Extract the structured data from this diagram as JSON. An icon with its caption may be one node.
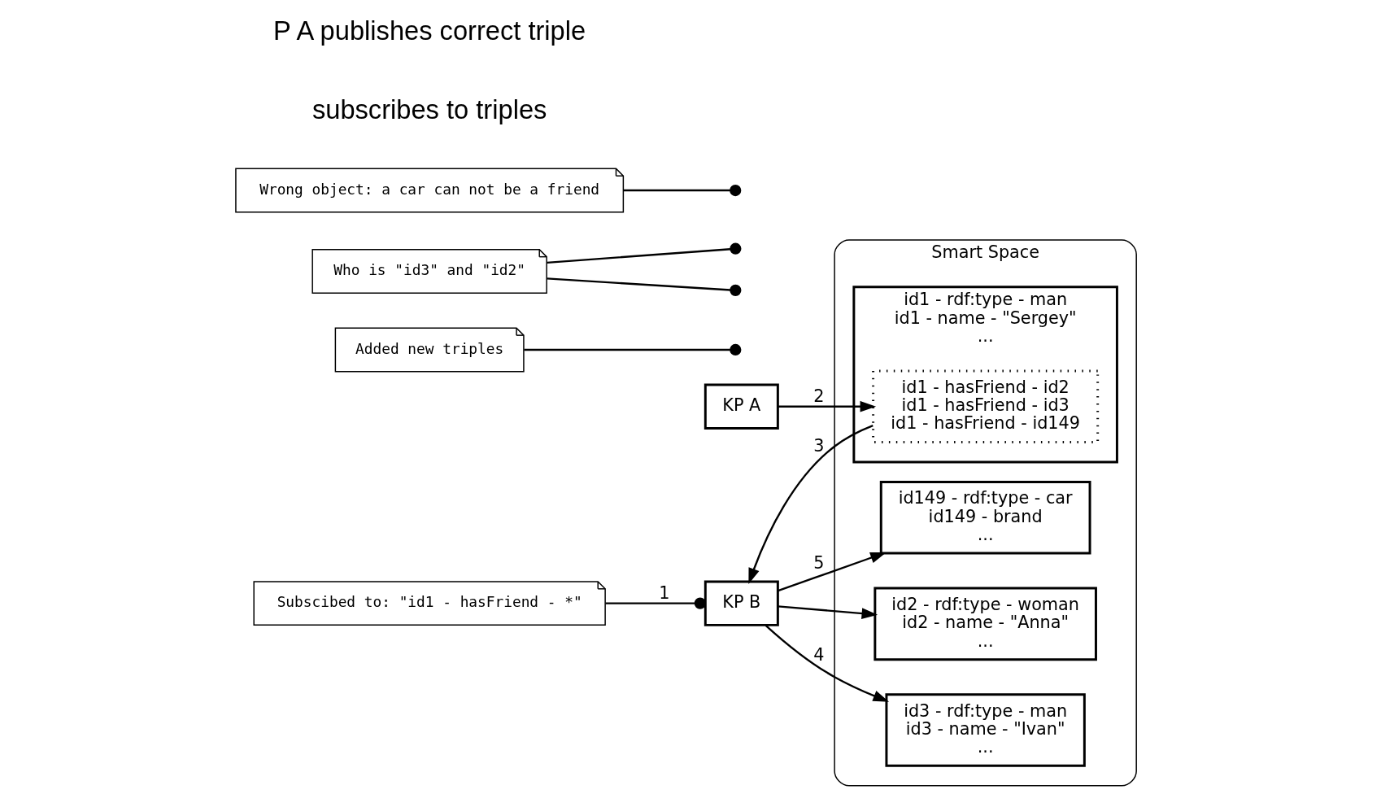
{
  "diagram": {
    "nodes": [
      {
        "text": [
          "Smart Space"
        ]
      },
      {
        "text": [
          "id2 - rdf:type - woman",
          "id2 - name - \"Anna\"",
          "..."
        ],
        "in": 0
      },
      {
        "text": [
          "id3 - rdf:type - man",
          "id3 - name - \"Ivan\"",
          "..."
        ],
        "in": 0
      },
      {
        "text": [
          "id1 - rdf:type - man",
          "id1 - name - \"Sergey\"",
          "..."
        ],
        "in": 0
      },
      {
        "text": [
          "id1 - hasFriend - id2",
          "id1 - hasFriend - id3",
          "id1 - hasFriend - id149"
        ],
        "in": 3
      },
      {
        "text": [
          "id149 - rdf:type - car",
          "id149 - brand",
          "..."
        ],
        "in": 0
      },
      {
        "text": [
          "KP A"
        ]
      },
      {
        "text": [
          "KP B"
        ]
      },
      {
        "text": [
          "Added new triples"
        ]
      },
      {
        "text": [
          "Who is \"id3\" and \"id2\""
        ]
      },
      {
        "text": [
          "Subscibed to: \"id1 - hasFriend - *\""
        ]
      },
      {
        "text": [
          "Wrong object: a car can not be a friend"
        ]
      }
    ],
    "edges": [
      {
        "from": 10,
        "to": 7,
        "arrow": "other",
        "label": "1"
      },
      {
        "from": 6,
        "to": 4,
        "arrow": "to",
        "label": "2"
      },
      {
        "from": 8,
        "to": null,
        "arrow": "other"
      },
      {
        "from": 4,
        "to": 7,
        "arrow": "to",
        "label": "3"
      },
      {
        "from": 7,
        "to": 1,
        "arrow": "to"
      },
      {
        "from": 7,
        "to": 2,
        "arrow": "to",
        "label": "4"
      },
      {
        "from": 9,
        "to": null,
        "arrow": "other"
      },
      {
        "from": 9,
        "to": null,
        "arrow": "other"
      },
      {
        "from": 7,
        "to": 5,
        "arrow": "to",
        "label": "5"
      },
      {
        "from": 11,
        "to": null,
        "arrow": "other"
      }
    ],
    "labels": [
      "subscribes to triples",
      "P A publishes correct triple"
    ]
  }
}
